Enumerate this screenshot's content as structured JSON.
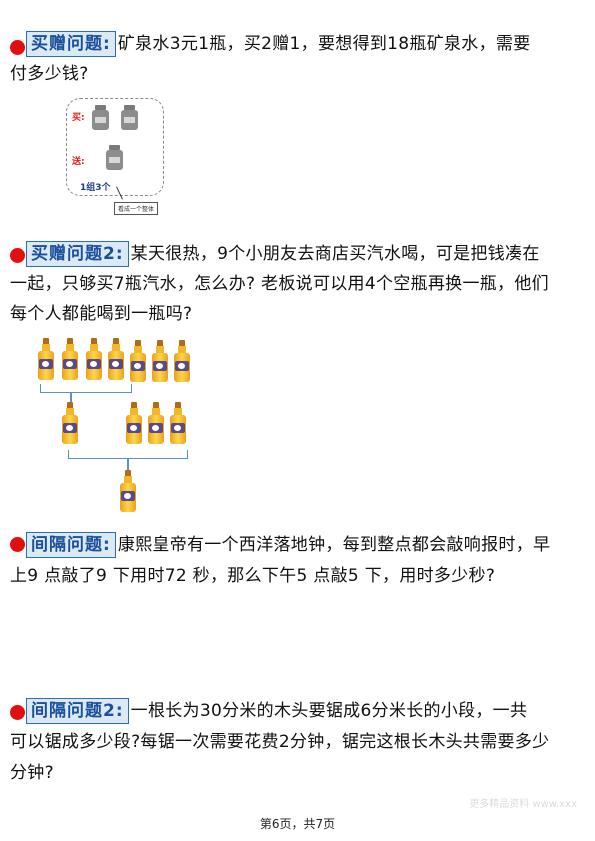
{
  "q1": {
    "tag": "买赠问题:",
    "line1": "矿泉水3元1瓶，买2赠1，要想得到18瓶矿泉水，需要",
    "line2": "付多少钱?",
    "figure": {
      "buy_label": "买:",
      "give_label": "送:",
      "group_label": "1组3个",
      "callout": "看成一个整体"
    }
  },
  "q2": {
    "tag": "买赠问题2:",
    "line1": "某天很热，9个小朋友去商店买汽水喝，可是把钱凑在",
    "line2": "一起，只够买7瓶汽水，怎么办? 老板说可以用4个空瓶再换一瓶，他们",
    "line3": "每个人都能喝到一瓶吗?"
  },
  "q3": {
    "tag": "间隔问题:",
    "line1": "康熙皇帝有一个西洋落地钟，每到整点都会敲响报时，早",
    "line2": "上9 点敲了9 下用时72 秒，那么下午5 点敲5 下，用时多少秒?"
  },
  "q4": {
    "tag": "间隔问题2:",
    "line1": "一根长为30分米的木头要锯成6分米长的小段，一共",
    "line2": "可以锯成多少段?每锯一次需要花费2分钟，锯完这根长木头共需要多少",
    "line3": "分钟?"
  },
  "footer": {
    "page": "第6页，共7页"
  },
  "watermark": "更多精品资料 www.xxx"
}
